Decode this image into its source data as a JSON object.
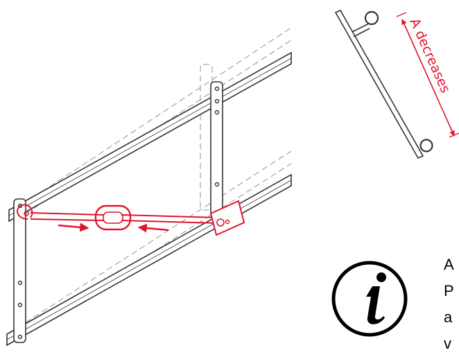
{
  "colors": {
    "ink": "#333333",
    "ghost": "#9a9a9a",
    "accent": "#e2142d",
    "text": "#000000"
  },
  "detail": {
    "dimension_label": "A decreases"
  },
  "info": {
    "icon": "info-icon",
    "lines": [
      "A",
      "P",
      "a",
      "v"
    ]
  },
  "main_drawing": {
    "arrows": [
      "arrow-right",
      "arrow-left"
    ]
  }
}
